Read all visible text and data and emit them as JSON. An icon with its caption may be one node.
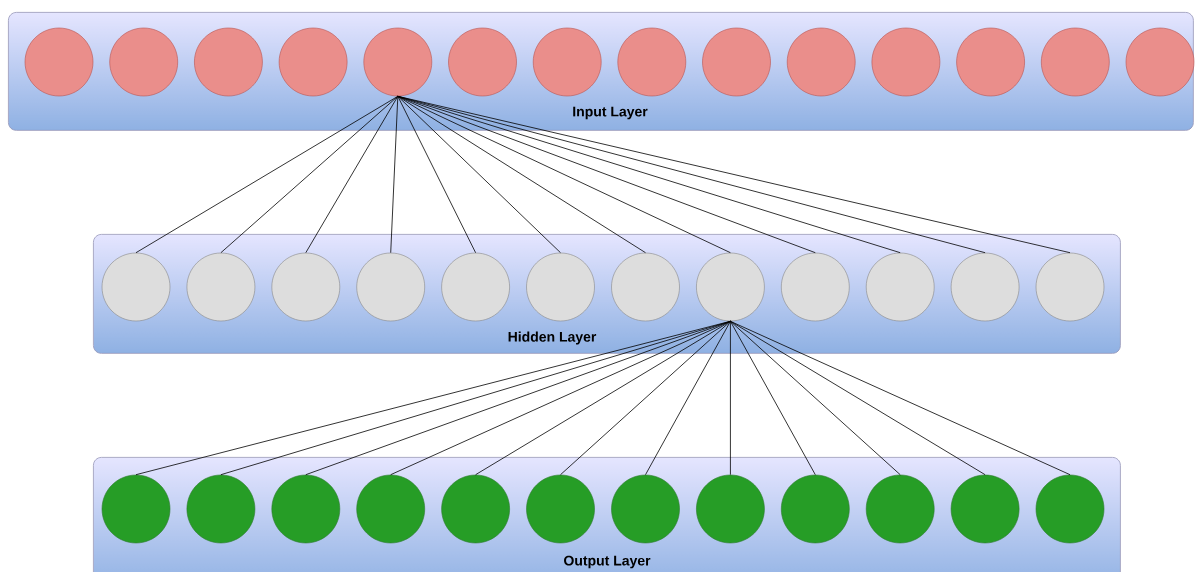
{
  "diagram": {
    "nodes": [
      {
        "text": [
          "Input Layer"
        ]
      },
      {
        "text": [],
        "shape": "circle",
        "in": 0
      },
      {
        "text": [],
        "shape": "circle",
        "in": 0
      },
      {
        "text": [],
        "shape": "circle",
        "in": 0
      },
      {
        "text": [],
        "shape": "circle",
        "in": 0
      },
      {
        "text": [],
        "shape": "circle",
        "in": 0
      },
      {
        "text": [],
        "shape": "circle",
        "in": 0
      },
      {
        "text": [],
        "shape": "circle",
        "in": 0
      },
      {
        "text": [],
        "shape": "circle",
        "in": 0
      },
      {
        "text": [],
        "shape": "circle",
        "in": 0
      },
      {
        "text": [],
        "shape": "circle",
        "in": 0
      },
      {
        "text": [],
        "shape": "circle",
        "in": 0
      },
      {
        "text": [],
        "shape": "circle",
        "in": 0
      },
      {
        "text": [],
        "shape": "circle",
        "in": 0
      },
      {
        "text": [],
        "shape": "circle",
        "in": 0
      },
      {
        "text": [
          "Hidden Layer"
        ]
      },
      {
        "text": [],
        "shape": "circle",
        "in": 15
      },
      {
        "text": [],
        "shape": "circle",
        "in": 15
      },
      {
        "text": [],
        "shape": "circle",
        "in": 15
      },
      {
        "text": [],
        "shape": "circle",
        "in": 15
      },
      {
        "text": [],
        "shape": "circle",
        "in": 15
      },
      {
        "text": [],
        "shape": "circle",
        "in": 15
      },
      {
        "text": [],
        "shape": "circle",
        "in": 15
      },
      {
        "text": [],
        "shape": "circle",
        "in": 15
      },
      {
        "text": [],
        "shape": "circle",
        "in": 15
      },
      {
        "text": [],
        "shape": "circle",
        "in": 15
      },
      {
        "text": [],
        "shape": "circle",
        "in": 15
      },
      {
        "text": [],
        "shape": "circle",
        "in": 15
      },
      {
        "text": [
          "Output Layer"
        ]
      },
      {
        "text": [],
        "shape": "circle",
        "in": 28
      },
      {
        "text": [],
        "shape": "circle",
        "in": 28
      },
      {
        "text": [],
        "shape": "circle",
        "in": 28
      },
      {
        "text": [],
        "shape": "circle",
        "in": 28
      },
      {
        "text": [],
        "shape": "circle",
        "in": 28
      },
      {
        "text": [],
        "shape": "circle",
        "in": 28
      },
      {
        "text": [],
        "shape": "circle",
        "in": 28
      },
      {
        "text": [],
        "shape": "circle",
        "in": 28
      },
      {
        "text": [],
        "shape": "circle",
        "in": 28
      },
      {
        "text": [],
        "shape": "circle",
        "in": 28
      },
      {
        "text": [],
        "shape": "circle",
        "in": 28
      },
      {
        "text": [],
        "shape": "circle",
        "in": 28
      }
    ],
    "edges": [
      {
        "from": 5,
        "to": 16,
        "arrow": "none"
      },
      {
        "from": 5,
        "to": 17,
        "arrow": "none"
      },
      {
        "from": 5,
        "to": 18,
        "arrow": "none"
      },
      {
        "from": 5,
        "to": 19,
        "arrow": "none"
      },
      {
        "from": 5,
        "to": 20,
        "arrow": "none"
      },
      {
        "from": 5,
        "to": 21,
        "arrow": "none"
      },
      {
        "from": 5,
        "to": 22,
        "arrow": "none"
      },
      {
        "from": 5,
        "to": 23,
        "arrow": "none"
      },
      {
        "from": 5,
        "to": 24,
        "arrow": "none"
      },
      {
        "from": 5,
        "to": 25,
        "arrow": "none"
      },
      {
        "from": 5,
        "to": 26,
        "arrow": "none"
      },
      {
        "from": 5,
        "to": 27,
        "arrow": "none"
      },
      {
        "from": 23,
        "to": 29,
        "arrow": "none"
      },
      {
        "from": 23,
        "to": 30,
        "arrow": "none"
      },
      {
        "from": 23,
        "to": 31,
        "arrow": "none"
      },
      {
        "from": 23,
        "to": 32,
        "arrow": "none"
      },
      {
        "from": 23,
        "to": 33,
        "arrow": "none"
      },
      {
        "from": 23,
        "to": 34,
        "arrow": "none"
      },
      {
        "from": 23,
        "to": 35,
        "arrow": "none"
      },
      {
        "from": 23,
        "to": 36,
        "arrow": "none"
      },
      {
        "from": 23,
        "to": 37,
        "arrow": "none"
      },
      {
        "from": 23,
        "to": 38,
        "arrow": "none"
      },
      {
        "from": 23,
        "to": 39,
        "arrow": "none"
      },
      {
        "from": 23,
        "to": 40,
        "arrow": "none"
      }
    ]
  }
}
